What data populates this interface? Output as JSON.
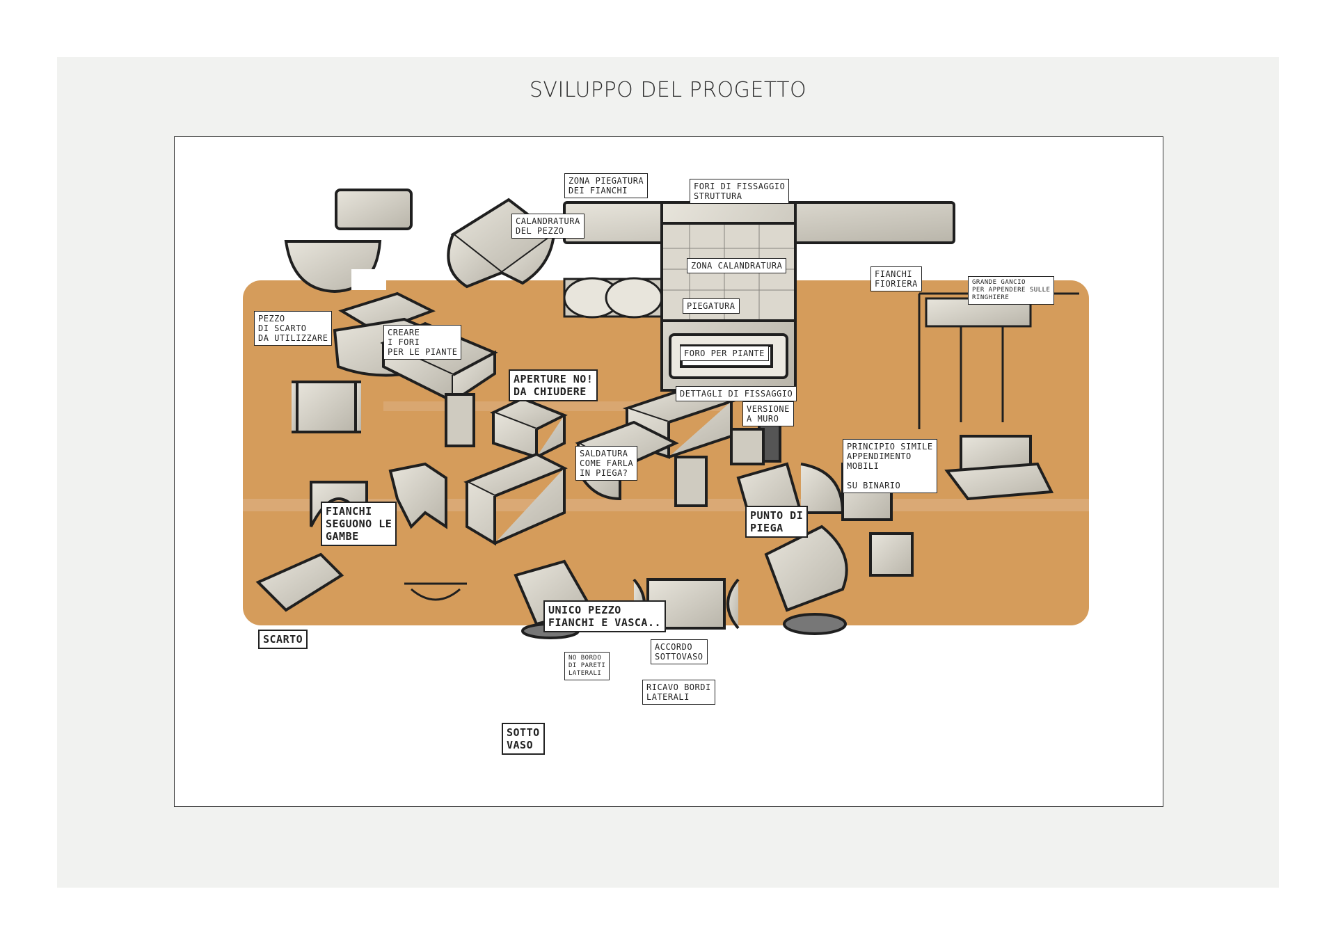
{
  "page": {
    "title": "SVILUPPO DEL PROGETTO"
  },
  "annotations": {
    "calandratura_pezzo": "CALANDRATURA\nDEL PEZZO",
    "pezzo_scarto": "PEZZO\nDI SCARTO\nDA UTILIZZARE",
    "creare_fori": "CREARE\nI FORI\nPER LE PIANTE",
    "zona_piegatura": "ZONA PIEGATURA\nDEI FIANCHI",
    "fori_fissaggio": "FORI DI FISSAGGIO\nSTRUTTURA",
    "zona_calandratura": "ZONA CALANDRATURA",
    "piegatura": "PIEGATURA",
    "foro_piante": "FORO per PIANTE",
    "fianchi_fioriera": "FIANCHI\nFIORIERA",
    "grande_gancio": "GRANDE GANCIO\nPER APPENDERE SULLE\nRINGHIERE",
    "dettagli_fissaggio": "DETTAGLI DI FISSAGGIO",
    "aperture_chiudere": "APERTURE NO!\nDA CHIUDERE",
    "versione_muro": "VERSIONE\nA MURO",
    "saldatura": "SALDATURA\nCOME FARLA\nIN PIEGA?",
    "principio_mobili": "PRINCIPIO SIMILE\nAPPENDIMENTO\nMOBILI\n\nSU BINARIO",
    "fianchi_gambe": "FIANCHI\nSEGUONO LE\nGAMBE",
    "punto_piega": "PUNTO DI\nPIEGA",
    "unico_pezzo": "UNICO PEZZO\nFIANCHI E VASCA..",
    "scarto": "SCARTO",
    "accordo_sottovaso": "ACCORDO\nSOTTOVASO",
    "no_bordo_pareti": "NO BORDO\nDI PARETI\nLATERALI",
    "sotto_vaso": "SOTTO\nVASO",
    "ricavo_bordi": "RICAVO BORDI\nLATERALI"
  },
  "colors": {
    "accent": "#d59c5b",
    "marker": "#d9d6cc",
    "ink": "#1f1f1f"
  }
}
